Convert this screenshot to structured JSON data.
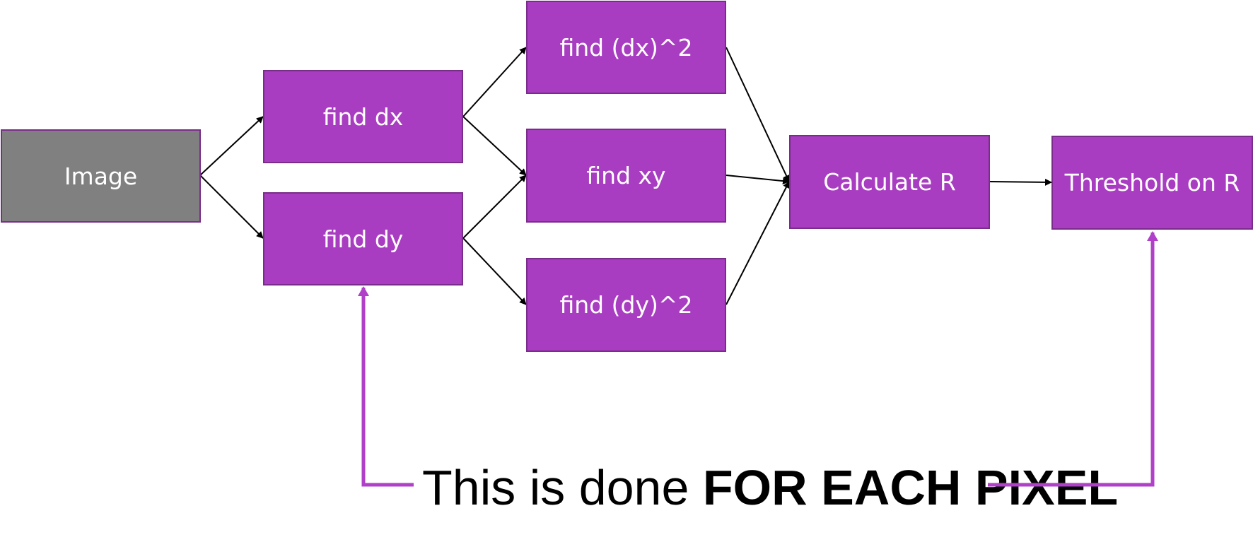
{
  "nodes": {
    "image": "Image",
    "find_dx": "find dx",
    "find_dy": "find dy",
    "find_dx2": "find (dx)^2",
    "find_xy": "find xy",
    "find_dy2": "find (dy)^2",
    "calc_r": "Calculate R",
    "threshold": "Threshold on R"
  },
  "caption": {
    "normal": "This is done ",
    "bold": "FOR EACH PIXEL"
  },
  "colors": {
    "box_fill": "#a93dc1",
    "box_border": "#7a2c8a",
    "image_fill": "#808080",
    "loop_line": "#b040c8",
    "edge_line": "#000000"
  }
}
